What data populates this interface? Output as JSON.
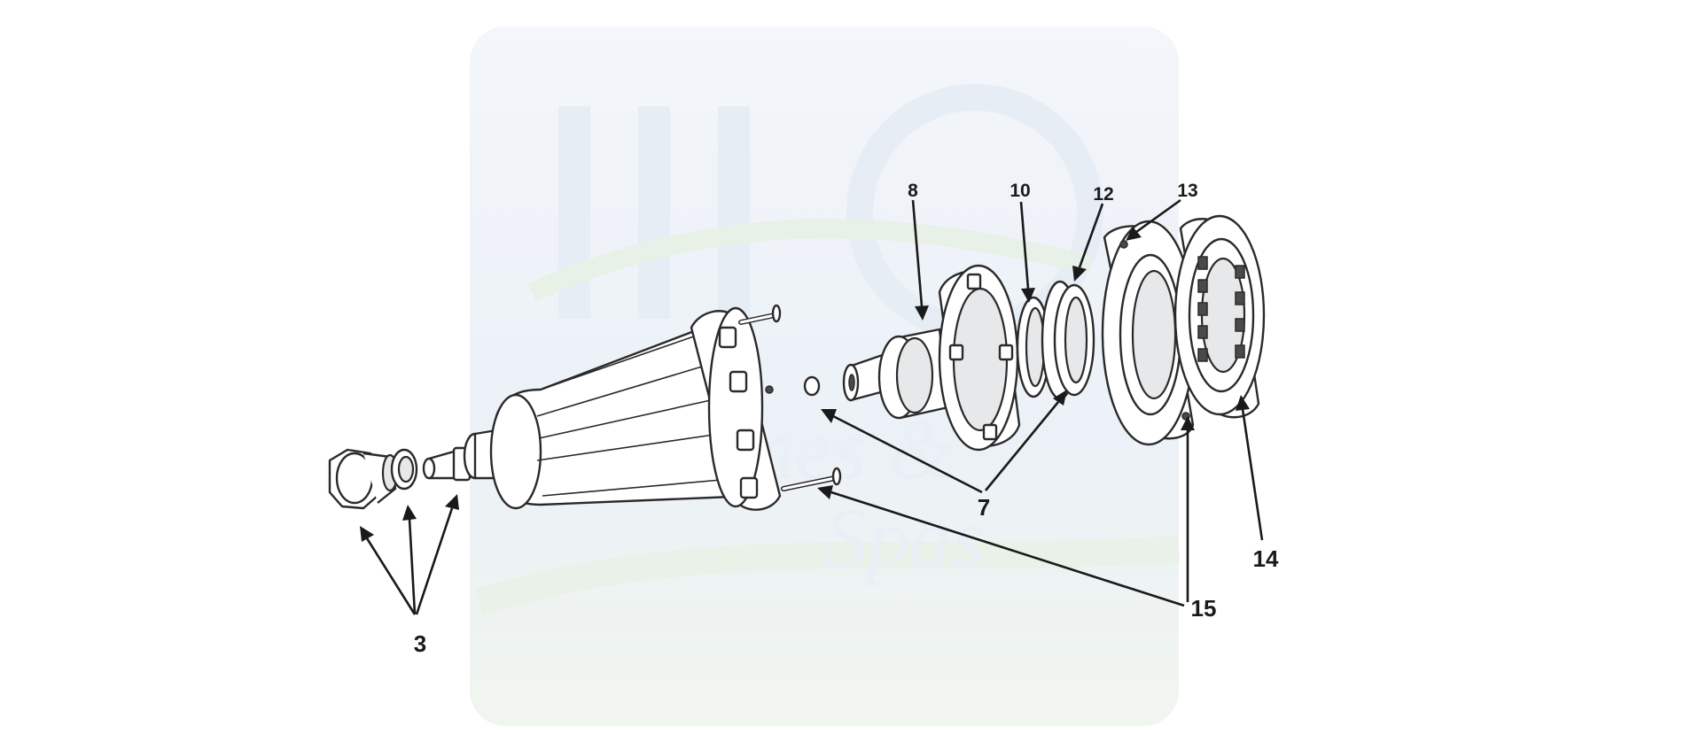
{
  "callouts": {
    "c3": "3",
    "c7": "7",
    "c8": "8",
    "c10": "10",
    "c12": "12",
    "c13": "13",
    "c14": "14",
    "c15": "15"
  },
  "watermark": {
    "text_line1": "Pipelines &",
    "text_line2": "Spas"
  },
  "colors": {
    "line": "#2a2a2a",
    "watermark_blue": "#dbe6f2",
    "watermark_green": "#e6f0e4"
  }
}
